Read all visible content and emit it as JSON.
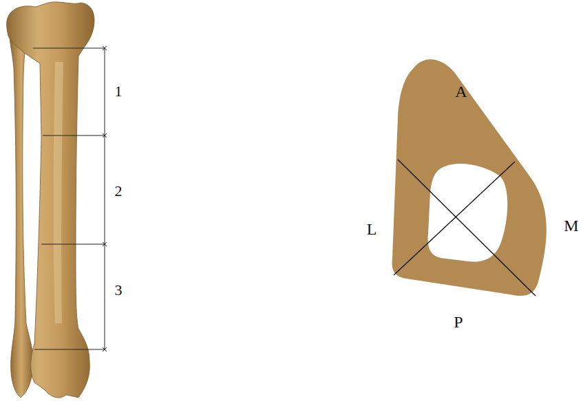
{
  "diagram": {
    "labels": [
      "1",
      "2",
      "3",
      "A",
      "L",
      "M",
      "P"
    ]
  }
}
